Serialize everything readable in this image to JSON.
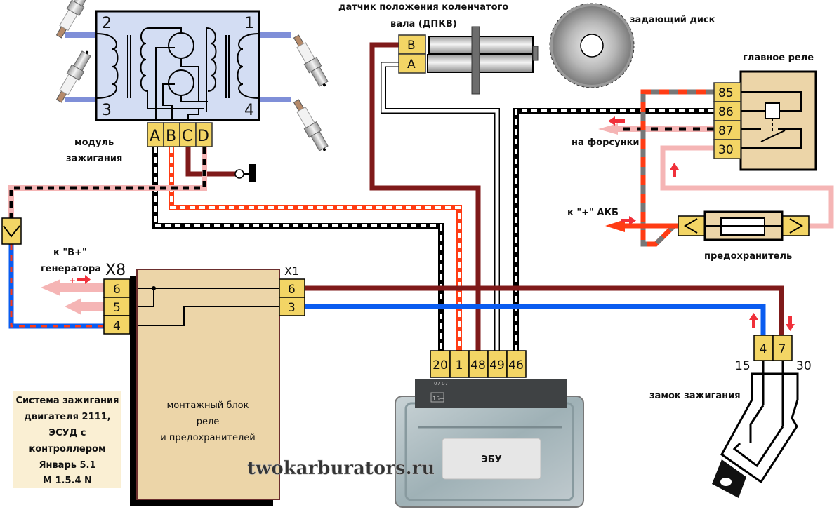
{
  "diagram": {
    "title_note": [
      "Система зажигания",
      "двигателя 2111,",
      "ЭСУД с",
      "контроллером",
      "Январь 5.1",
      "М 1.5.4 N"
    ],
    "watermark": "twokarburators.ru",
    "ignition_module": {
      "label_line1": "модуль",
      "label_line2": "зажигания",
      "outputs": [
        "2",
        "1",
        "3",
        "4"
      ],
      "pins": [
        "A",
        "B",
        "C",
        "D"
      ]
    },
    "crank_sensor": {
      "label_line1": "датчик положения коленчатого",
      "label_line2": "вала (ДПКВ)",
      "pins": [
        "B",
        "A"
      ]
    },
    "timing_disc": {
      "label": "задающий диск"
    },
    "main_relay": {
      "label": "главное реле",
      "pins": [
        "85",
        "86",
        "87",
        "30"
      ]
    },
    "injectors_label": "на форсунки",
    "battery_label": "к \"+\" АКБ",
    "fuse": {
      "label": "предохранитель"
    },
    "generator": {
      "label_line1": "к \"B+\"",
      "label_line2": "генератора",
      "sign": "+"
    },
    "mounting_block": {
      "label": [
        "монтажный блок",
        "реле",
        "и предохранителей"
      ],
      "connector_left": {
        "name": "X8",
        "pins": [
          "6",
          "5",
          "4"
        ]
      },
      "connector_right": {
        "name": "X1",
        "pins": [
          "6",
          "3"
        ]
      }
    },
    "ecu": {
      "label": "ЭБУ",
      "pins": [
        "20",
        "1",
        "48",
        "49",
        "46"
      ],
      "connector_mark": "15+",
      "date_mark": "07 07"
    },
    "ignition_switch": {
      "label": "замок зажигания",
      "pins": [
        "4",
        "7"
      ],
      "terminal_left": "15",
      "terminal_right": "30"
    },
    "colors": {
      "brown": "#7f1a1a",
      "blue": "#0a5cf0",
      "orange": "#ff3c14",
      "pink": "#f5b5b5",
      "gray": "#777777",
      "pin_yellow": "#f3d565",
      "block_beige": "#ecd5a8",
      "coil_blue": "#d3ddf3",
      "hv_lead": "#7f8fd8",
      "arrow_red": "#f0303a"
    }
  }
}
